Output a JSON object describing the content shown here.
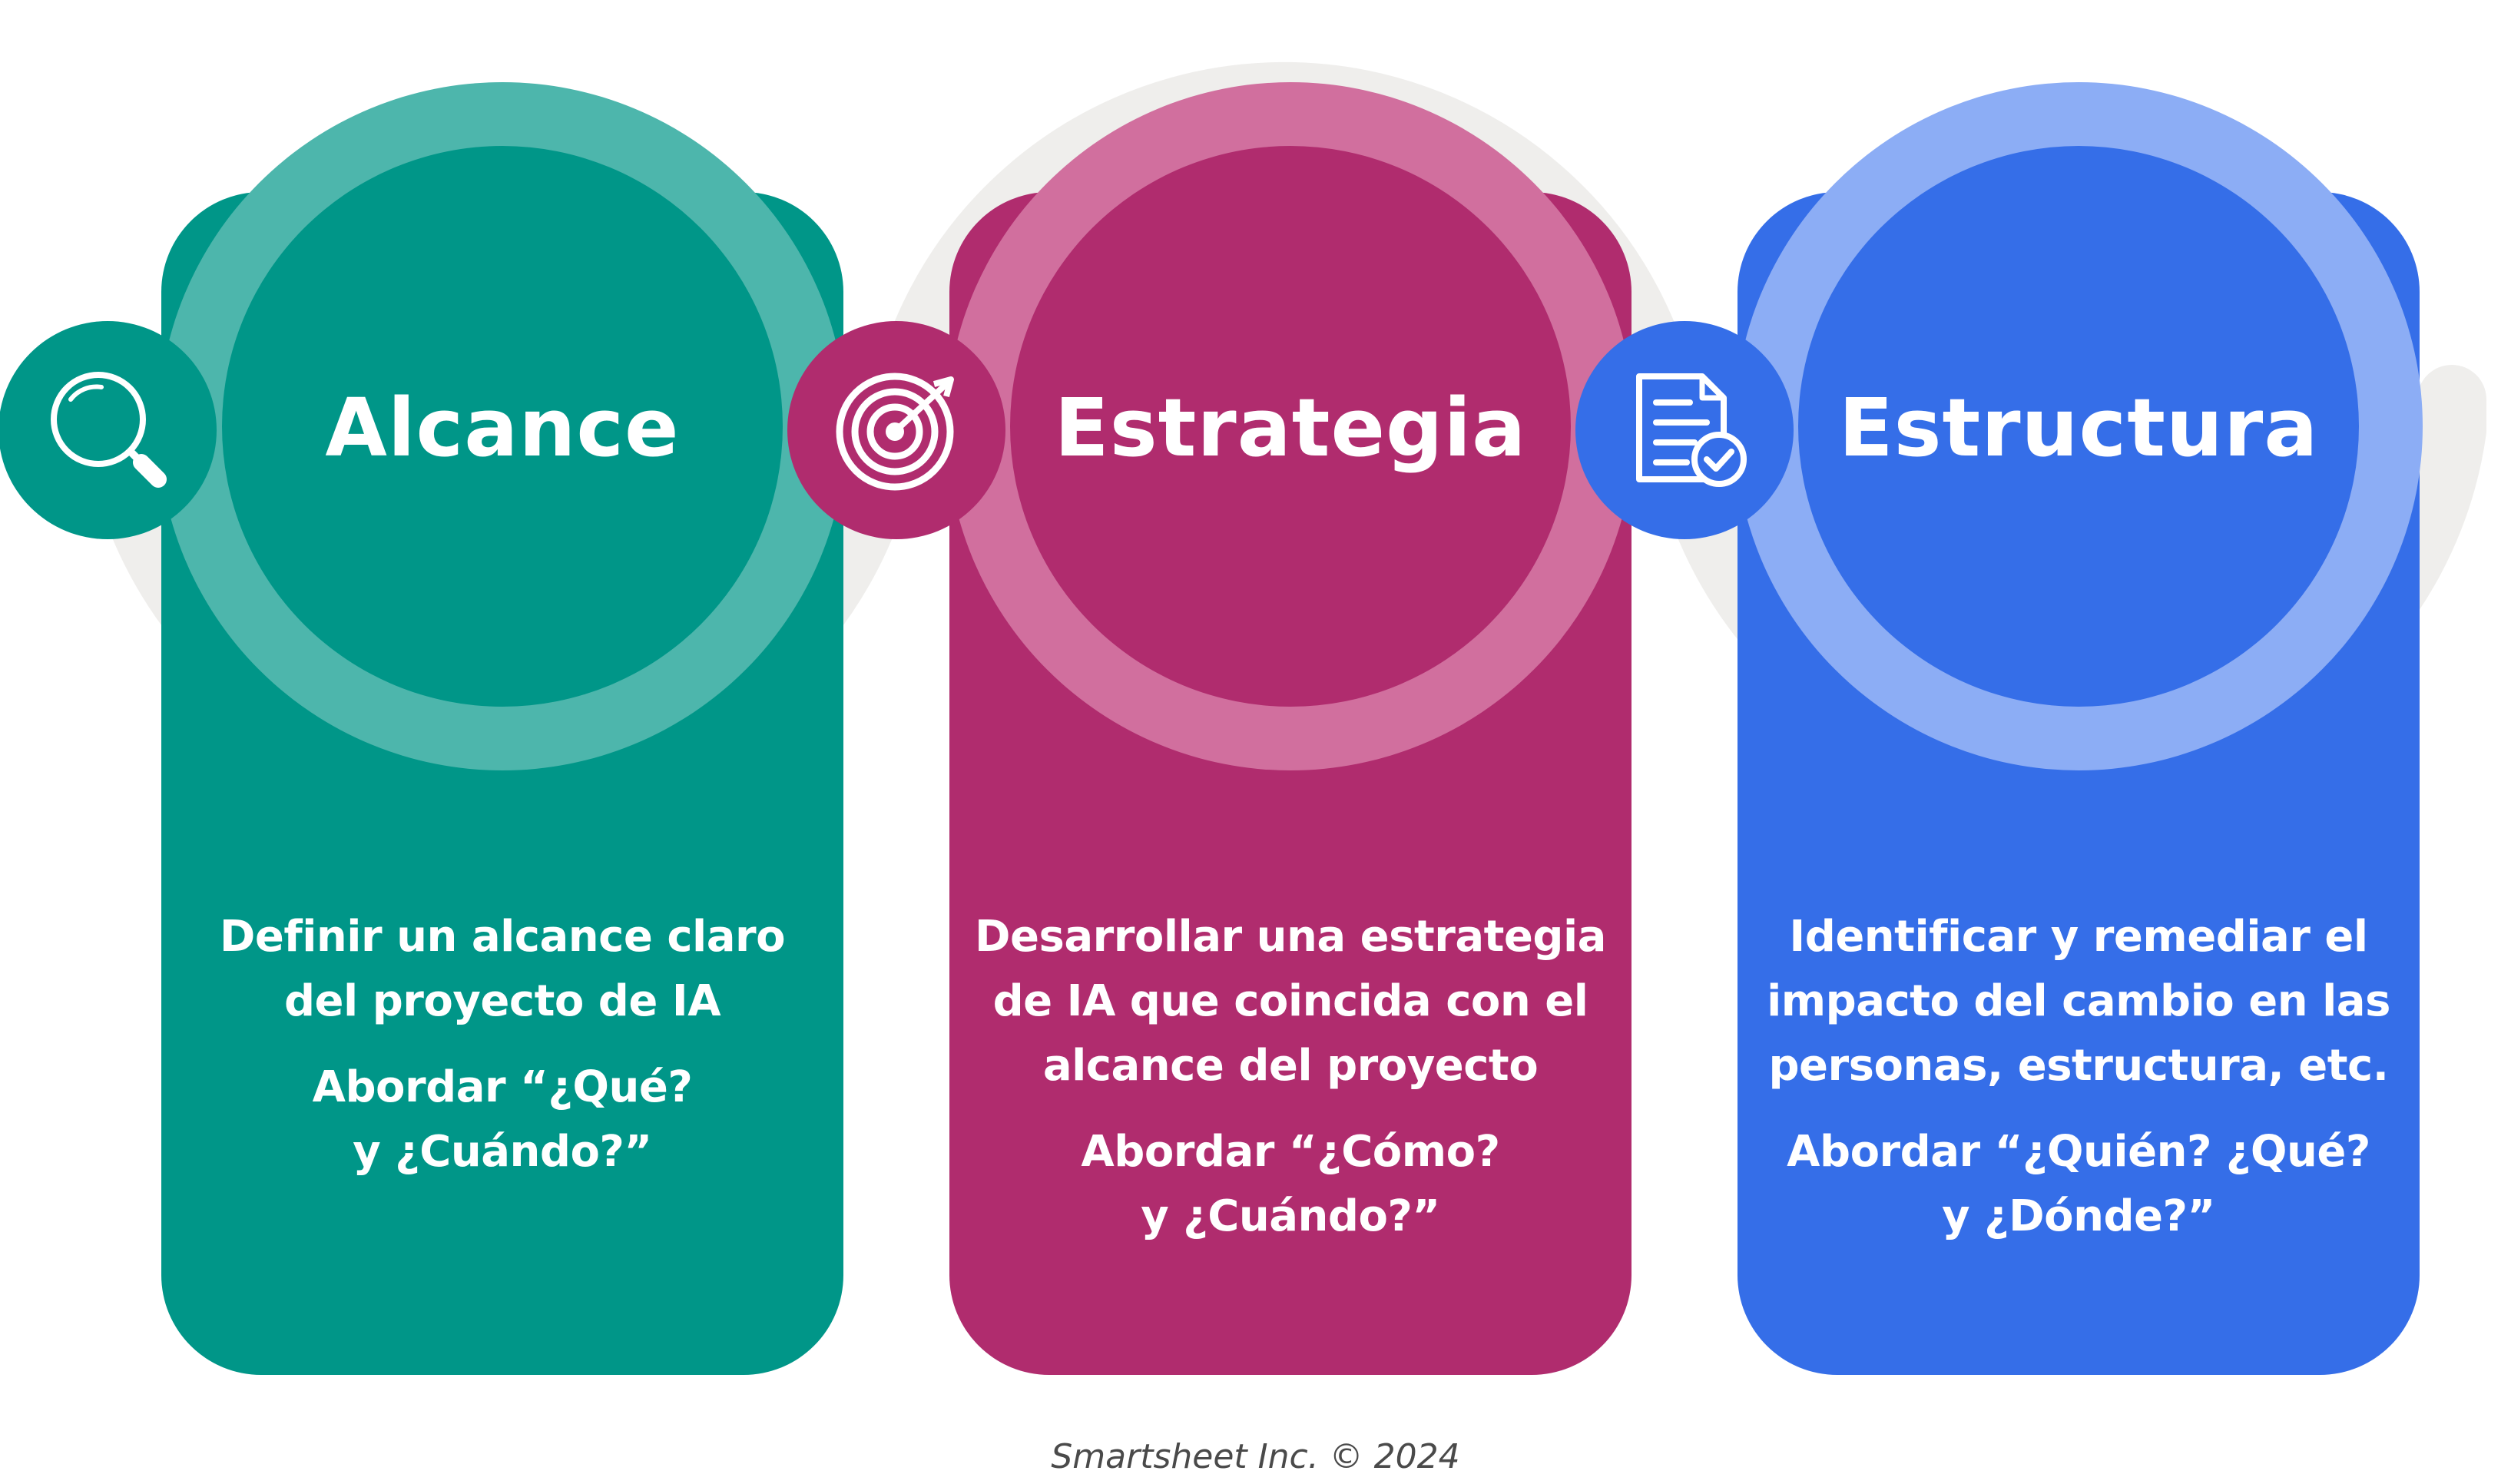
{
  "stages": [
    {
      "id": "alcance",
      "title": "Alcance",
      "description": "Definir un alcance claro\ndel proyecto de IA",
      "question": "Abordar “¿Qué?\ny ¿Cuándo?”",
      "icon": "magnifying-glass-icon",
      "color": "#009688",
      "light_color": "#4db6ac"
    },
    {
      "id": "estrategia",
      "title": "Estrategia",
      "description": "Desarrollar una estrategia\nde IA que coincida con el\nalcance del proyecto",
      "question": "Abordar “¿Cómo?\ny ¿Cuándo?”",
      "icon": "target-icon",
      "color": "#b02c6e",
      "light_color": "#d16f9e"
    },
    {
      "id": "estructura",
      "title": "Estructura",
      "description": "Identificar y remediar el\nimpacto del cambio en las\npersonas, estructura, etc.",
      "question": "Abordar “¿Quién? ¿Qué?\ny ¿Dónde?”",
      "icon": "document-check-icon",
      "color": "#356ee8",
      "light_color": "#8cadf5"
    }
  ],
  "footer": {
    "credit": "Smartsheet Inc. © 2024"
  },
  "colors": {
    "connector": "#efeeec",
    "background": "#ffffff"
  }
}
